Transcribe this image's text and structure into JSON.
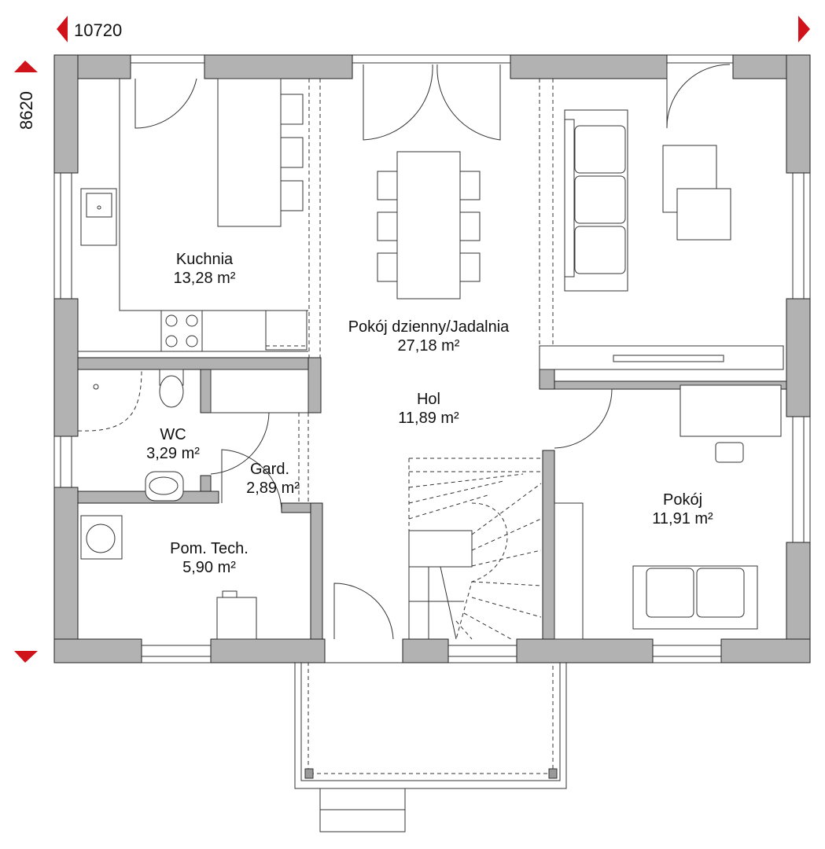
{
  "dimensions": {
    "width_label": "10720",
    "height_label": "8620"
  },
  "colors": {
    "arrow": "#d0121b",
    "wall": "#b2b2b2"
  },
  "rooms": [
    {
      "name": "Kuchnia",
      "area": "13,28 m²"
    },
    {
      "name": "Pokój dzienny/Jadalnia",
      "area": "27,18 m²"
    },
    {
      "name": "Hol",
      "area": "11,89 m²"
    },
    {
      "name": "WC",
      "area": "3,29 m²"
    },
    {
      "name": "Gard.",
      "area": "2,89 m²"
    },
    {
      "name": "Pom. Tech.",
      "area": "5,90 m²"
    },
    {
      "name": "Pokój",
      "area": "11,91 m²"
    }
  ]
}
